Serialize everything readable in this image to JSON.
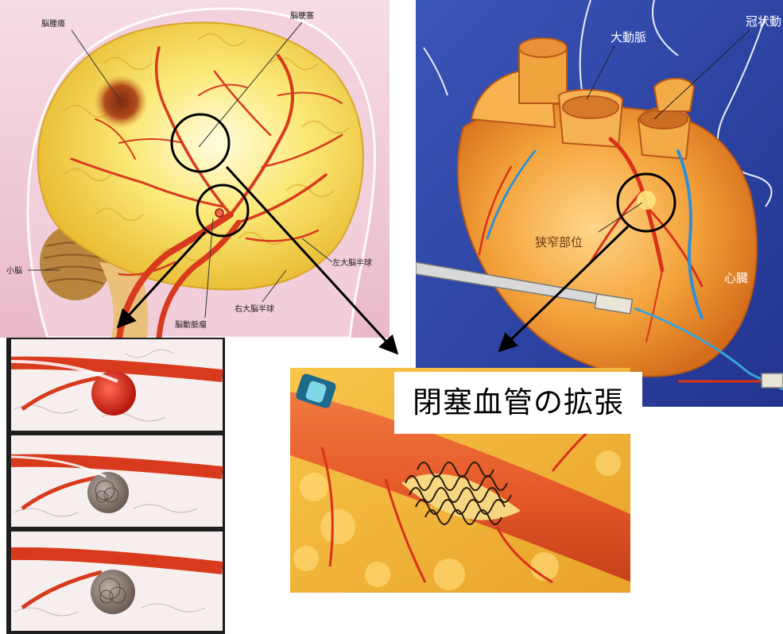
{
  "brain": {
    "labels": {
      "tumor": "脳腫瘍",
      "infarction": "脳梗塞",
      "cerebellum": "小脳",
      "left_hemisphere": "左大脳半球",
      "right_hemisphere": "右大脳半球",
      "aneurysm": "脳動脈瘤"
    }
  },
  "heart": {
    "labels": {
      "aorta": "大動脈",
      "coronary": "冠状動",
      "stenosis": "狭窄部位",
      "heart": "心臓"
    }
  },
  "stent": {
    "caption": "閉塞血管の拡張"
  },
  "colors": {
    "brain_bg": "#efc9d6",
    "brain": "#f7e04a",
    "artery": "#d83a1e",
    "heart_bg": "#2f46a8",
    "heart": "#f4a43c",
    "vessel_bg": "#f6f0ee"
  }
}
